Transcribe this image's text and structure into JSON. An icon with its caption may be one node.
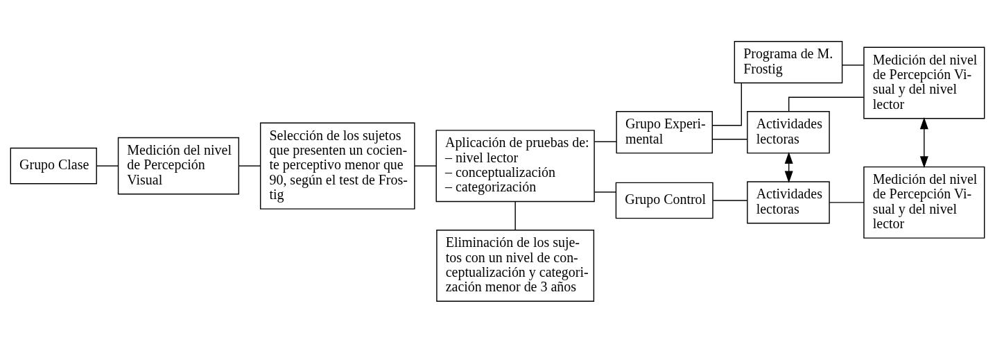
{
  "diagram": {
    "nodes": [
      {
        "text": [
          "Grupo Clase"
        ]
      },
      {
        "text": [
          "Medición del nivel de Percepción Visual"
        ]
      },
      {
        "text": [
          "Selección de los sujetos que presenten un cocien- te perceptivo menor que 90, según el test de Fros- tig"
        ]
      },
      {
        "text": [
          "Aplicación de pruebas de: – nivel lector – conceptualización – categorización"
        ]
      },
      {
        "text": [
          "Eliminación de los suje- tos con un nivel de con- ceptualización y categori- zación menor de 3 años"
        ]
      },
      {
        "text": [
          "Grupo Experi- mental"
        ]
      },
      {
        "text": [
          "Programa de M. Frostig"
        ]
      },
      {
        "text": [
          "Medición del nivel de Percepción Vi- sual y del nivel lector"
        ]
      },
      {
        "text": [
          "Actividades lectoras"
        ]
      },
      {
        "text": [
          "Grupo Control"
        ]
      },
      {
        "text": [
          "Actividades lectoras"
        ]
      },
      {
        "text": [
          "Medición del nivel de Percepción Vi- sual y del nivel lector"
        ]
      }
    ],
    "edges": [
      {
        "from": 0,
        "to": 1,
        "arrow": "none"
      },
      {
        "from": 1,
        "to": 2,
        "arrow": "none"
      },
      {
        "from": 2,
        "to": 3,
        "arrow": "none"
      },
      {
        "from": 3,
        "to": 4,
        "arrow": "none"
      },
      {
        "from": 3,
        "to": 5,
        "arrow": "none"
      },
      {
        "from": 3,
        "to": 9,
        "arrow": "none"
      },
      {
        "from": 5,
        "to": 6,
        "arrow": "none"
      },
      {
        "from": 5,
        "to": 8,
        "arrow": "none"
      },
      {
        "from": 6,
        "to": 7,
        "arrow": "none"
      },
      {
        "from": 8,
        "to": 7,
        "arrow": "none"
      },
      {
        "from": 9,
        "to": 10,
        "arrow": "none"
      },
      {
        "from": 10,
        "to": 11,
        "arrow": "none"
      },
      {
        "from": 8,
        "to": 10,
        "arrow": "both"
      },
      {
        "from": 7,
        "to": 11,
        "arrow": "both"
      }
    ]
  }
}
